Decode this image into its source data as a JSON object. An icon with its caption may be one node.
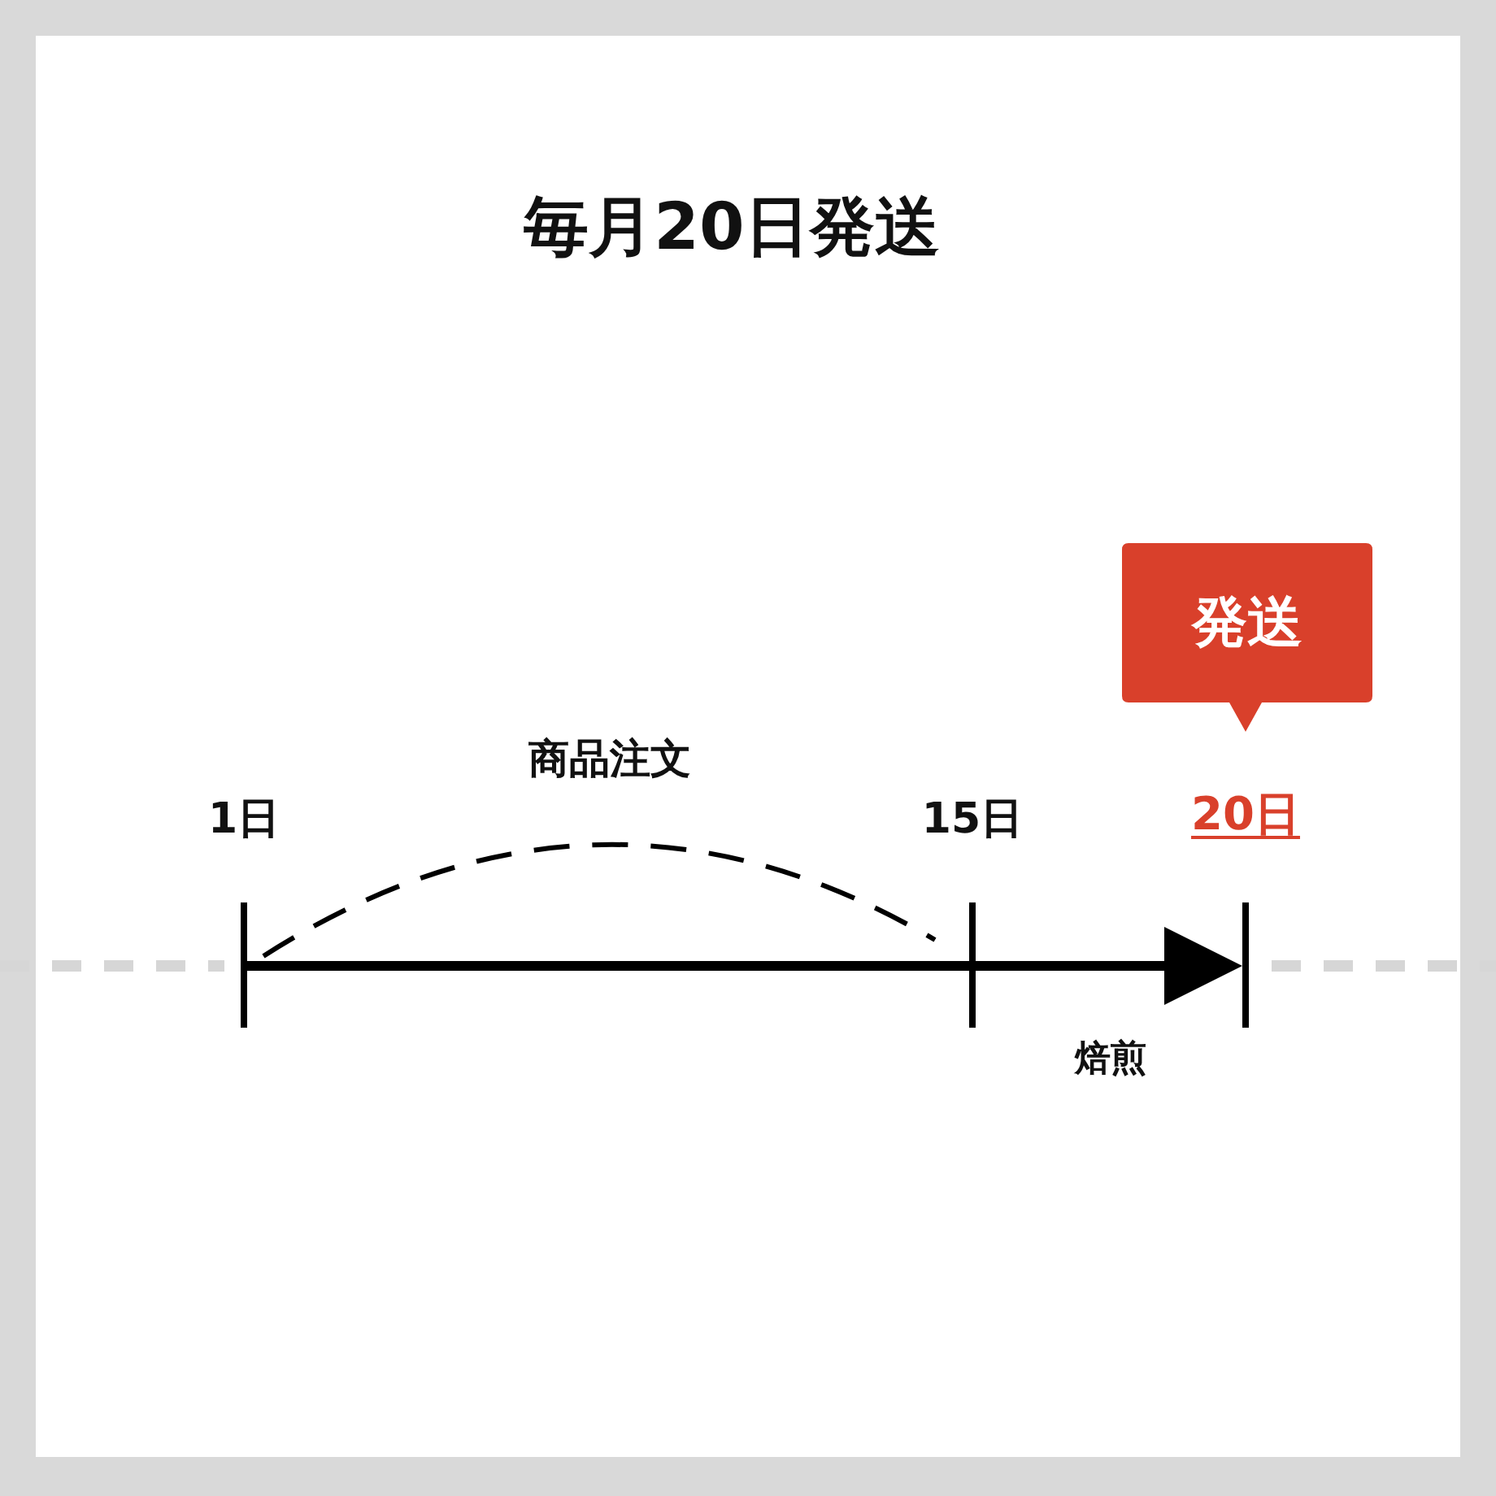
{
  "diagram": {
    "title": "毎月20日発送",
    "nodes": [
      {
        "text": [
          "発送"
        ]
      }
    ],
    "edges": [],
    "labels": [
      "商品注文",
      "1日",
      "15日",
      "20日",
      "焙煎"
    ]
  }
}
